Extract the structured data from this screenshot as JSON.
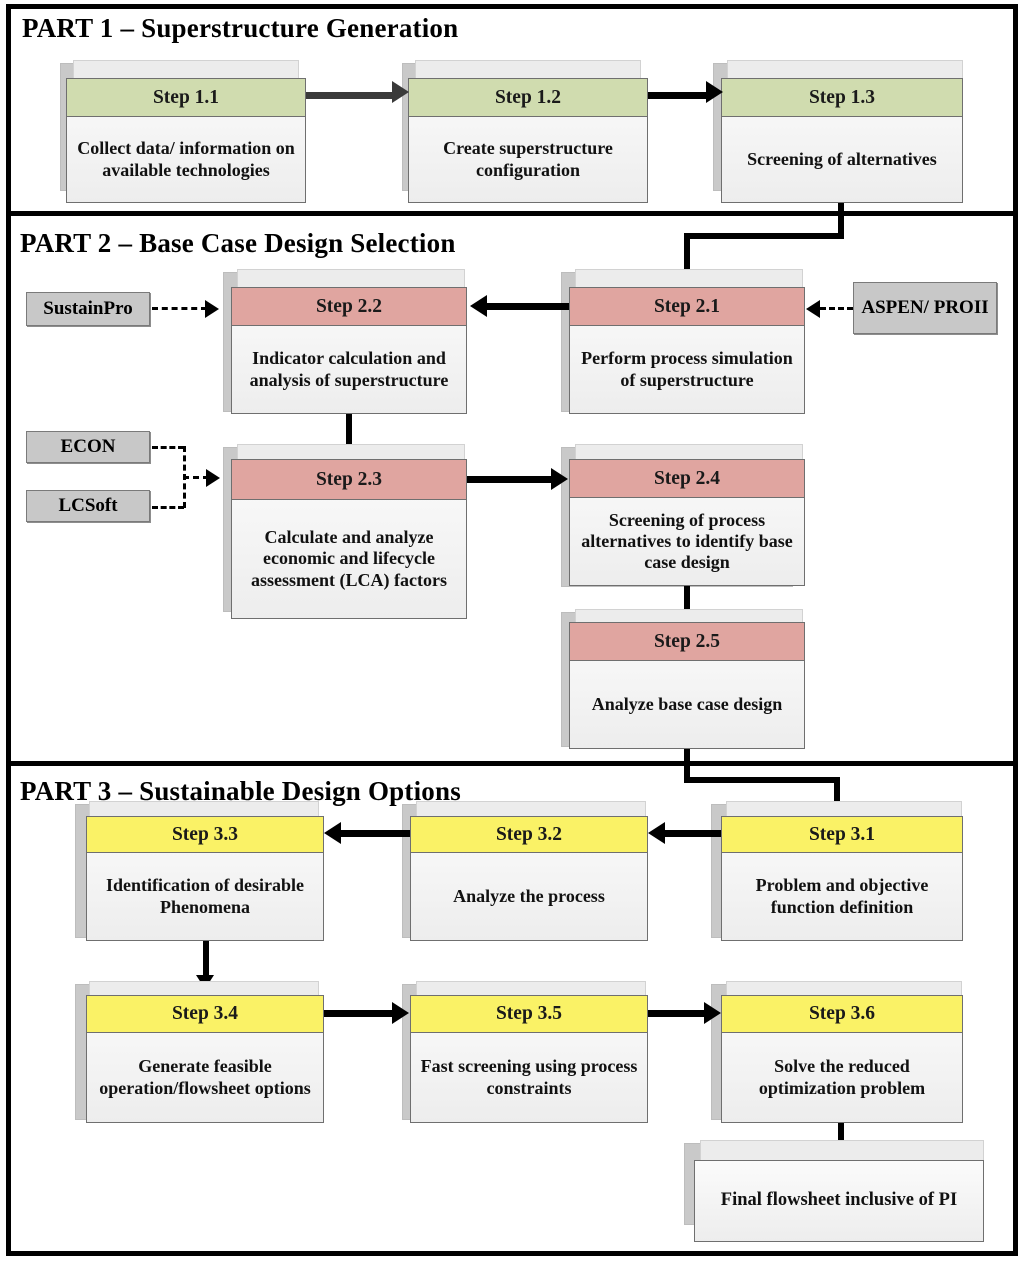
{
  "diagram": {
    "title": "Three-part sustainable process design methodology flowchart",
    "parts": [
      {
        "id": "part1",
        "label": "PART 1 –  Superstructure Generation",
        "accent": "#d0dcaf"
      },
      {
        "id": "part2",
        "label": "PART 2 – Base Case Design Selection",
        "accent": "#e0a5a0"
      },
      {
        "id": "part3",
        "label": "PART 3 –  Sustainable Design Options",
        "accent": "#faf266"
      }
    ]
  },
  "steps": {
    "s11": {
      "header": "Step 1.1",
      "body": "Collect data/ information on available technologies"
    },
    "s12": {
      "header": "Step 1.2",
      "body": "Create superstructure configuration"
    },
    "s13": {
      "header": "Step 1.3",
      "body": "Screening of alternatives"
    },
    "s21": {
      "header": "Step 2.1",
      "body": "Perform process simulation of superstructure"
    },
    "s22": {
      "header": "Step 2.2",
      "body": "Indicator calculation and analysis of superstructure"
    },
    "s23": {
      "header": "Step 2.3",
      "body": "Calculate and analyze economic and lifecycle assessment (LCA) factors"
    },
    "s24": {
      "header": "Step 2.4",
      "body": "Screening of process alternatives to identify base case design"
    },
    "s25": {
      "header": "Step 2.5",
      "body": "Analyze base case design"
    },
    "s31": {
      "header": "Step 3.1",
      "body": "Problem  and objective function definition"
    },
    "s32": {
      "header": "Step 3.2",
      "body": "Analyze the process"
    },
    "s33": {
      "header": "Step 3.3",
      "body": "Identification of desirable Phenomena"
    },
    "s34": {
      "header": "Step 3.4",
      "body": "Generate feasible operation/flowsheet options"
    },
    "s35": {
      "header": "Step 3.5",
      "body": "Fast screening using process constraints"
    },
    "s36": {
      "header": "Step 3.6",
      "body": "Solve the reduced optimization problem"
    },
    "final": {
      "header": "",
      "body": "Final flowsheet inclusive of PI"
    }
  },
  "tools": {
    "sustainpro": {
      "label": "SustainPro"
    },
    "aspen": {
      "label": "ASPEN/ PROII"
    },
    "econ": {
      "label": "ECON"
    },
    "lcsoft": {
      "label": "LCSoft"
    }
  },
  "colors": {
    "part1_header": "#d0dcaf",
    "part2_header": "#e0a5a0",
    "part3_header": "#faf266",
    "tool_box": "#c8c8c8",
    "card_body": "#f2f2f2",
    "frame": "#000000"
  }
}
